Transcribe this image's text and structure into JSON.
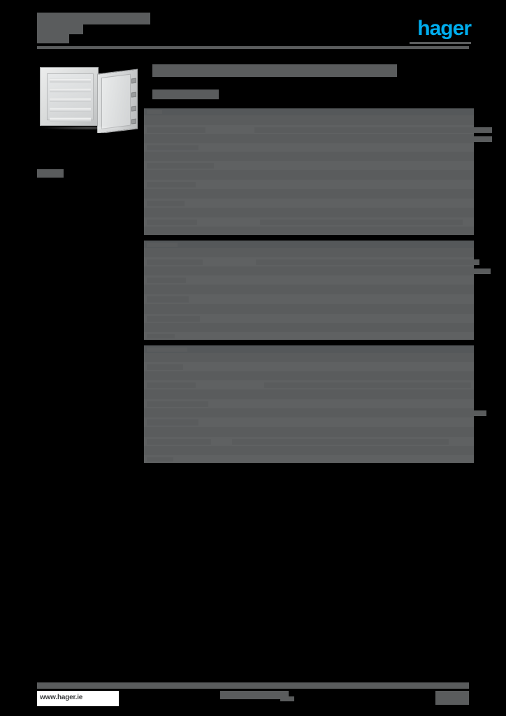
{
  "document": {
    "kind": "product-datasheet",
    "brand": "hager",
    "brand_color": "#00aeef",
    "redaction_color": "#5a5c5d",
    "page_background": "#000000",
    "header": {
      "title_line_1": "",
      "title_line_2": "",
      "title_line_3": "",
      "logo_text": "hager"
    },
    "sidebar": {
      "product_image_alt": "grey wall-mounted electrical distribution enclosure with open door and internal DIN rails",
      "catalogue_ref": ""
    },
    "main": {
      "page_title": "",
      "section_label": ""
    },
    "footer": {
      "url": "www.hager.ie",
      "center_text": "",
      "center_subtext": "",
      "page_number": ""
    }
  },
  "spec_table": {
    "sections": [
      {
        "id": "section-1",
        "rows": [
          {
            "key": "",
            "key_w": 22,
            "value": "",
            "value_w": 0,
            "value_x": 0,
            "h": 10,
            "shade": "hdr"
          },
          {
            "key": "",
            "key_w": 58,
            "value": "",
            "value_w": 0,
            "value_x": 0,
            "h": 14,
            "shade": "even"
          },
          {
            "key": "",
            "key_w": 84,
            "value": "",
            "value_w": 340,
            "value_x": 40,
            "h": 13,
            "shade": "odd"
          },
          {
            "key": "",
            "key_w": 66,
            "value": "",
            "value_w": 322,
            "value_x": 58,
            "h": 13,
            "shade": "even"
          },
          {
            "key": "",
            "key_w": 74,
            "value": "",
            "value_w": 0,
            "value_x": 0,
            "h": 12,
            "shade": "odd"
          },
          {
            "key": "",
            "key_w": 46,
            "value": "",
            "value_w": 0,
            "value_x": 0,
            "h": 13,
            "shade": "even"
          },
          {
            "key": "",
            "key_w": 96,
            "value": "",
            "value_w": 0,
            "value_x": 0,
            "h": 13,
            "shade": "odd"
          },
          {
            "key": "",
            "key_w": 62,
            "value": "",
            "value_w": 0,
            "value_x": 0,
            "h": 14,
            "shade": "even"
          },
          {
            "key": "",
            "key_w": 70,
            "value": "",
            "value_w": 0,
            "value_x": 0,
            "h": 13,
            "shade": "odd"
          },
          {
            "key": "",
            "key_w": 102,
            "value": "",
            "value_w": 0,
            "value_x": 0,
            "h": 14,
            "shade": "even"
          },
          {
            "key": "",
            "key_w": 54,
            "value": "",
            "value_w": 0,
            "value_x": 0,
            "h": 13,
            "shade": "odd"
          },
          {
            "key": "",
            "key_w": 88,
            "value": "",
            "value_w": 0,
            "value_x": 0,
            "h": 14,
            "shade": "even"
          },
          {
            "key": "",
            "key_w": 72,
            "value": "",
            "value_w": 290,
            "value_x": 48,
            "h": 13,
            "shade": "odd"
          },
          {
            "key": "",
            "key_w": 44,
            "value": "",
            "value_w": 0,
            "value_x": 0,
            "h": 12,
            "shade": "even"
          }
        ]
      },
      {
        "id": "section-2",
        "rows": [
          {
            "key": "",
            "key_w": 44,
            "value": "",
            "value_w": 0,
            "value_x": 0,
            "h": 11,
            "shade": "hdr"
          },
          {
            "key": "",
            "key_w": 68,
            "value": "",
            "value_w": 0,
            "value_x": 0,
            "h": 13,
            "shade": "even"
          },
          {
            "key": "",
            "key_w": 80,
            "value": "",
            "value_w": 320,
            "value_x": 42,
            "h": 13,
            "shade": "odd"
          },
          {
            "key": "",
            "key_w": 50,
            "value": "",
            "value_w": 318,
            "value_x": 60,
            "h": 13,
            "shade": "even"
          },
          {
            "key": "",
            "key_w": 56,
            "value": "",
            "value_w": 0,
            "value_x": 0,
            "h": 13,
            "shade": "odd"
          },
          {
            "key": "",
            "key_w": 34,
            "value": "",
            "value_w": 0,
            "value_x": 0,
            "h": 14,
            "shade": "even"
          },
          {
            "key": "",
            "key_w": 60,
            "value": "",
            "value_w": 0,
            "value_x": 0,
            "h": 14,
            "shade": "odd"
          },
          {
            "key": "",
            "key_w": 94,
            "value": "",
            "value_w": 0,
            "value_x": 0,
            "h": 14,
            "shade": "even"
          },
          {
            "key": "",
            "key_w": 76,
            "value": "",
            "value_w": 0,
            "value_x": 0,
            "h": 13,
            "shade": "odd"
          },
          {
            "key": "",
            "key_w": 48,
            "value": "",
            "value_w": 262,
            "value_x": 50,
            "h": 13,
            "shade": "even"
          },
          {
            "key": "",
            "key_w": 40,
            "value": "",
            "value_w": 0,
            "value_x": 0,
            "h": 11,
            "shade": "odd"
          }
        ]
      },
      {
        "id": "section-3",
        "rows": [
          {
            "key": "",
            "key_w": 58,
            "value": "",
            "value_w": 0,
            "value_x": 0,
            "h": 11,
            "shade": "hdr"
          },
          {
            "key": "",
            "key_w": 66,
            "value": "",
            "value_w": 338,
            "value_x": 14,
            "h": 13,
            "shade": "even"
          },
          {
            "key": "",
            "key_w": 52,
            "value": "",
            "value_w": 0,
            "value_x": 0,
            "h": 13,
            "shade": "odd"
          },
          {
            "key": "",
            "key_w": 44,
            "value": "",
            "value_w": 0,
            "value_x": 0,
            "h": 13,
            "shade": "even"
          },
          {
            "key": "",
            "key_w": 70,
            "value": "",
            "value_w": 296,
            "value_x": 54,
            "h": 13,
            "shade": "odd"
          },
          {
            "key": "",
            "key_w": 62,
            "value": "",
            "value_w": 0,
            "value_x": 0,
            "h": 14,
            "shade": "even"
          },
          {
            "key": "",
            "key_w": 88,
            "value": "",
            "value_w": 0,
            "value_x": 0,
            "h": 13,
            "shade": "odd"
          },
          {
            "key": "",
            "key_w": 56,
            "value": "",
            "value_w": 348,
            "value_x": 24,
            "h": 13,
            "shade": "even"
          },
          {
            "key": "",
            "key_w": 74,
            "value": "",
            "value_w": 0,
            "value_x": 0,
            "h": 14,
            "shade": "odd"
          },
          {
            "key": "",
            "key_w": 46,
            "value": "",
            "value_w": 0,
            "value_x": 0,
            "h": 14,
            "shade": "even"
          },
          {
            "key": "",
            "key_w": 92,
            "value": "",
            "value_w": 310,
            "value_x": 8,
            "h": 13,
            "shade": "odd"
          },
          {
            "key": "",
            "key_w": 64,
            "value": "",
            "value_w": 302,
            "value_x": 16,
            "h": 13,
            "shade": "even"
          },
          {
            "key": "",
            "key_w": 38,
            "value": "",
            "value_w": 0,
            "value_x": 0,
            "h": 11,
            "shade": "odd"
          }
        ]
      }
    ]
  }
}
